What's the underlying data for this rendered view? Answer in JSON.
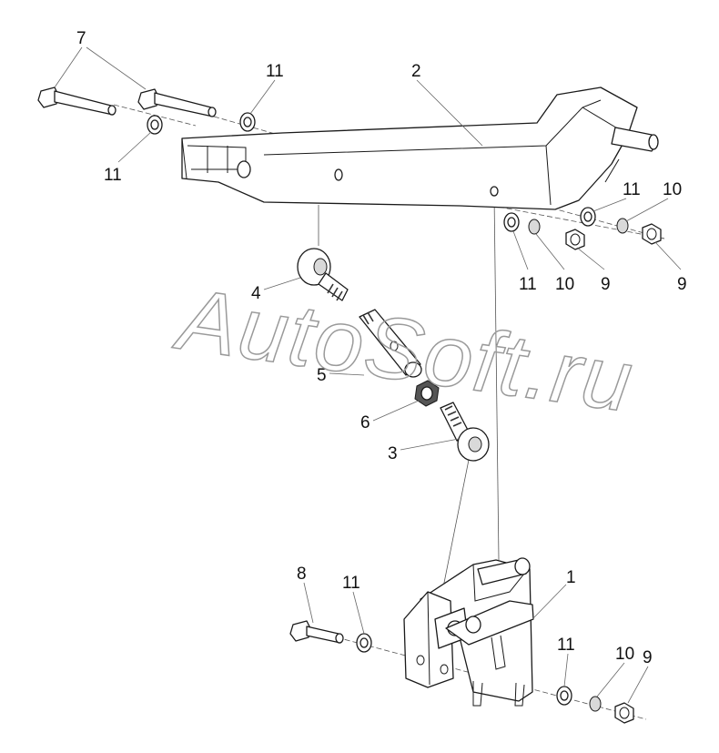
{
  "watermark": {
    "text": "AutoSoft.ru"
  },
  "callouts": {
    "c7": "7",
    "c11_top": "11",
    "c2": "2",
    "c11_left": "11",
    "c11_right_a": "11",
    "c10_right_a": "10",
    "c11_mid": "11",
    "c10_mid": "10",
    "c9_mid": "9",
    "c9_right": "9",
    "c4": "4",
    "c5": "5",
    "c6": "6",
    "c3": "3",
    "c8": "8",
    "c11_bottom": "11",
    "c1": "1",
    "c11_br": "11",
    "c10_br": "10",
    "c9_br": "9"
  }
}
